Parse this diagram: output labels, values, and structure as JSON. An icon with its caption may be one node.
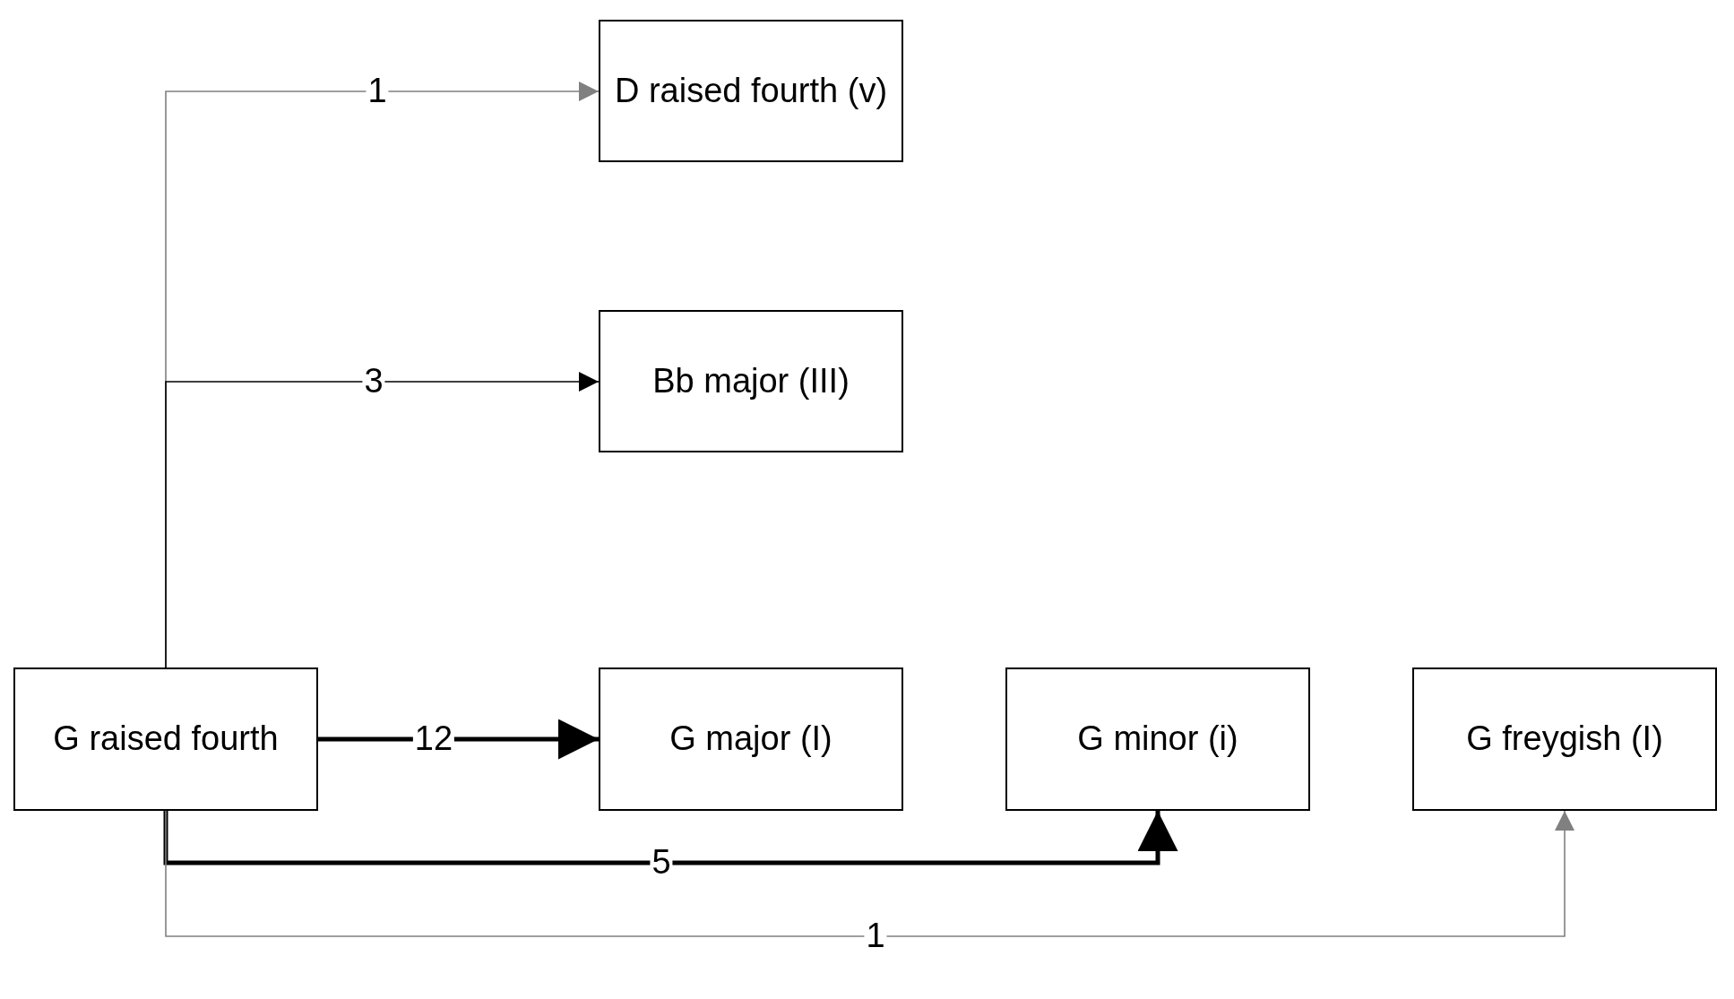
{
  "diagram": {
    "nodes": [
      {
        "text": [
          "D raised fourth (v)"
        ]
      },
      {
        "text": [
          "Bb major (III)"
        ]
      },
      {
        "text": [
          "G raised fourth"
        ]
      },
      {
        "text": [
          "G major (I)"
        ]
      },
      {
        "text": [
          "G minor (i)"
        ]
      },
      {
        "text": [
          "G freygish (I)"
        ]
      }
    ],
    "edges": [
      {
        "from": 2,
        "to": 0,
        "arrow": "to",
        "label": "1",
        "color": "#808080"
      },
      {
        "from": 2,
        "to": 1,
        "arrow": "to",
        "label": "3"
      },
      {
        "from": 2,
        "to": 3,
        "arrow": "to",
        "label": "12",
        "style": "thick"
      },
      {
        "from": 2,
        "to": 4,
        "arrow": "to",
        "label": "5",
        "style": "thick"
      },
      {
        "from": 2,
        "to": 5,
        "arrow": "to",
        "label": "1",
        "color": "#808080"
      }
    ]
  }
}
